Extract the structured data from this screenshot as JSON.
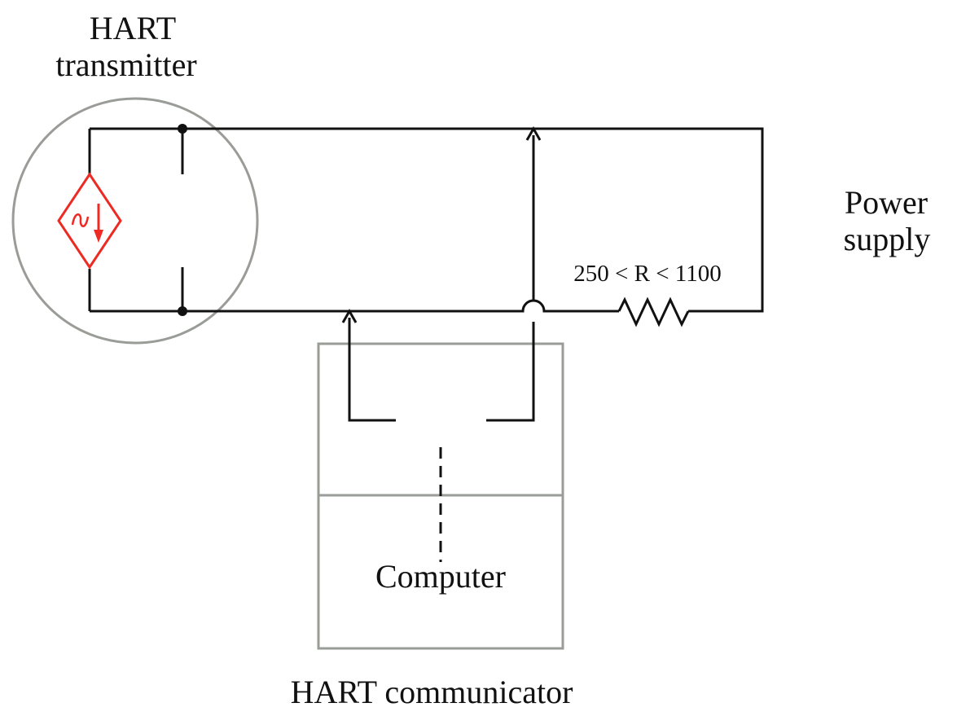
{
  "labels": {
    "transmitter_line1": "HART",
    "transmitter_line2": "transmitter",
    "power_line1": "Power",
    "power_line2": "supply",
    "resistor": "250 < R < 1100",
    "computer": "Computer",
    "communicator": "HART communicator"
  },
  "colors": {
    "wire": "#111111",
    "outline": "#999c97",
    "current_source": "#ee2a24"
  }
}
